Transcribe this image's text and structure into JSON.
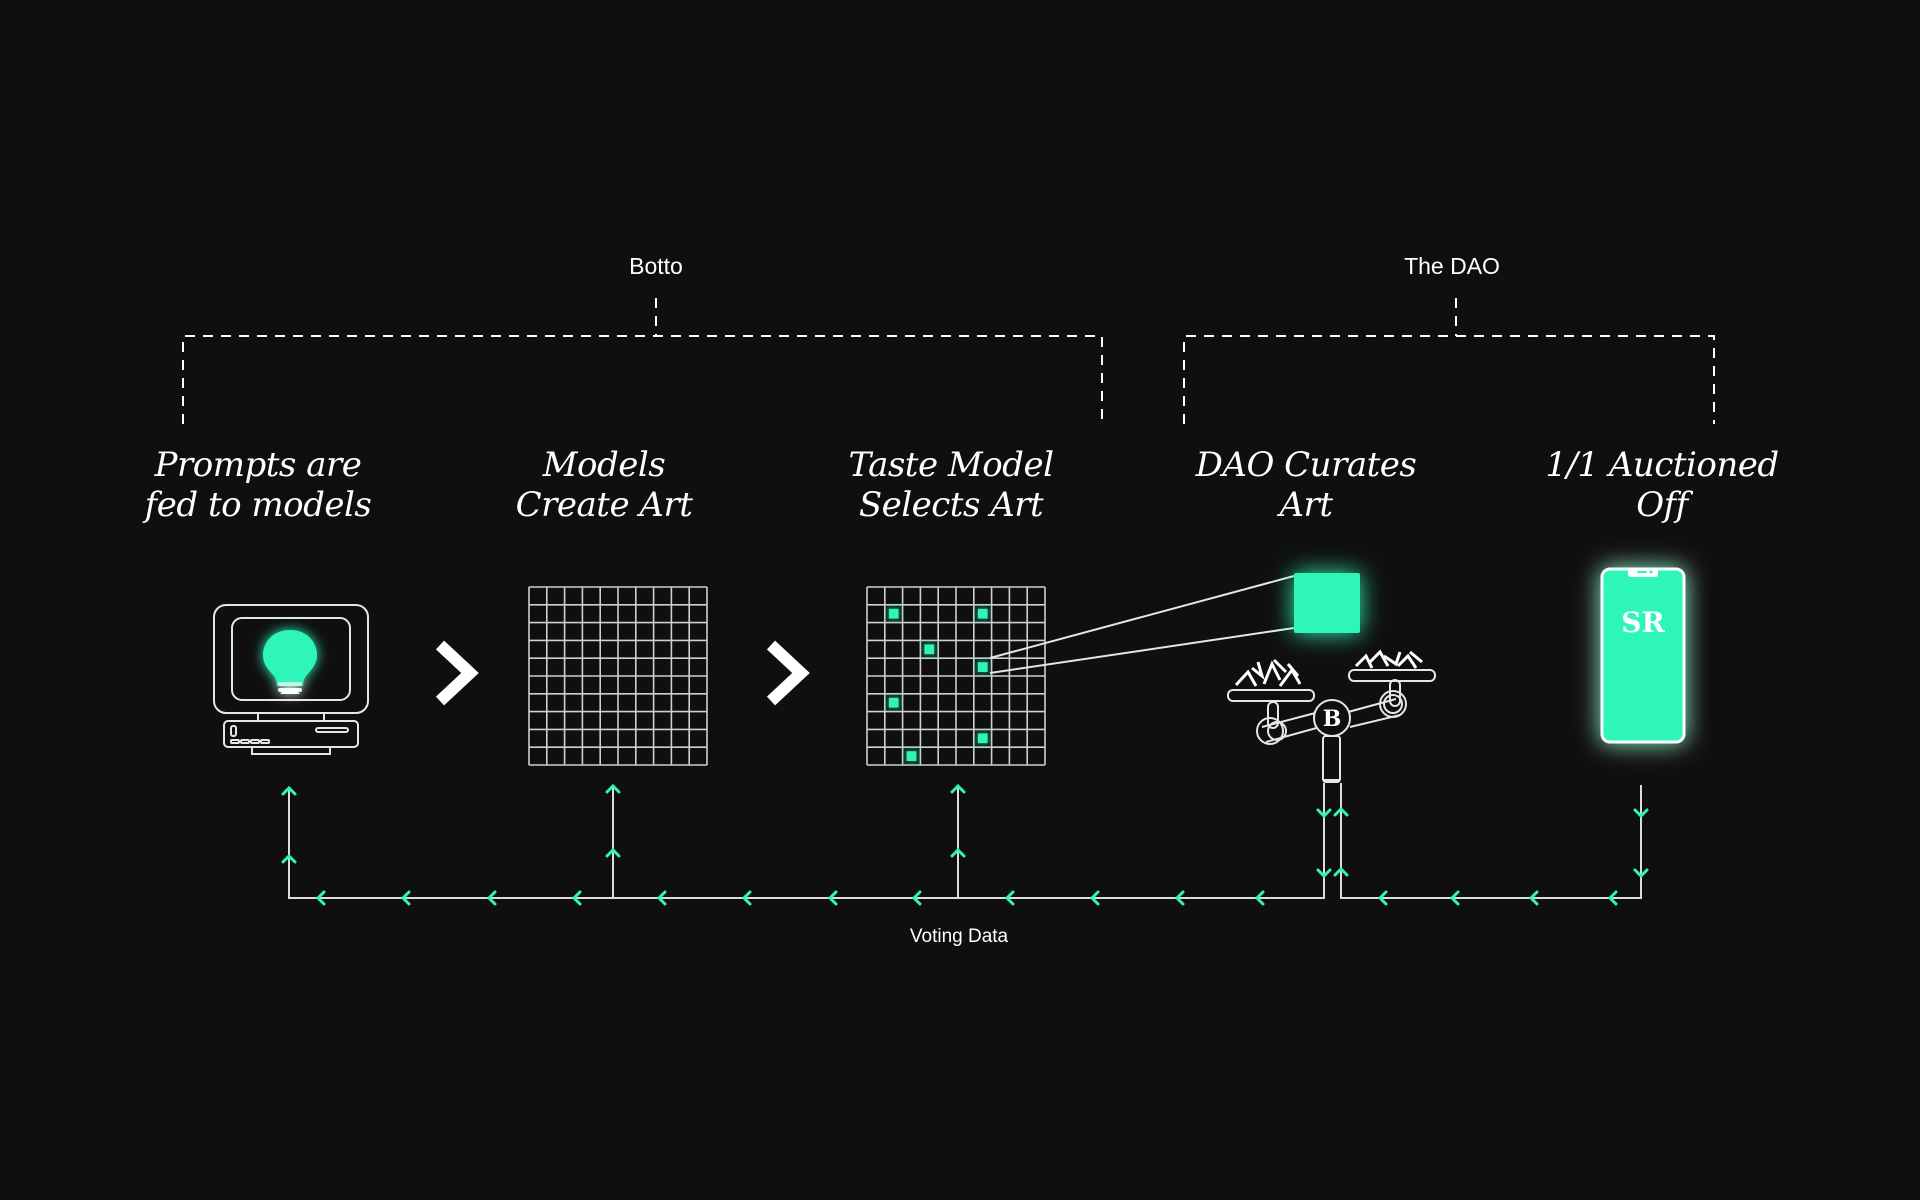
{
  "groups": [
    {
      "label": "Botto"
    },
    {
      "label": "The DAO"
    }
  ],
  "steps": [
    {
      "line1": "Prompts are",
      "line2": "fed to models",
      "icon": "computer-lightbulb-icon"
    },
    {
      "line1": "Models",
      "line2": "Create Art",
      "icon": "grid-icon"
    },
    {
      "line1": "Taste Model",
      "line2": "Selects Art",
      "icon": "selected-grid-icon"
    },
    {
      "line1": "DAO Curates",
      "line2": "Art",
      "icon": "balance-scale-icon"
    },
    {
      "line1": "1/1 Auctioned",
      "line2": "Off",
      "icon": "phone-icon"
    }
  ],
  "scale_badge": "B",
  "phone_logo": "SR",
  "feedback_label": "Voting Data",
  "grid_size": 10,
  "selected_cells": [
    [
      1,
      1
    ],
    [
      6,
      1
    ],
    [
      3,
      3
    ],
    [
      6,
      4
    ],
    [
      1,
      6
    ],
    [
      6,
      8
    ],
    [
      2,
      9
    ]
  ],
  "colors": {
    "accent": "#2ef5b8",
    "background": "#0f0f0f",
    "line": "#e0e0e0"
  }
}
